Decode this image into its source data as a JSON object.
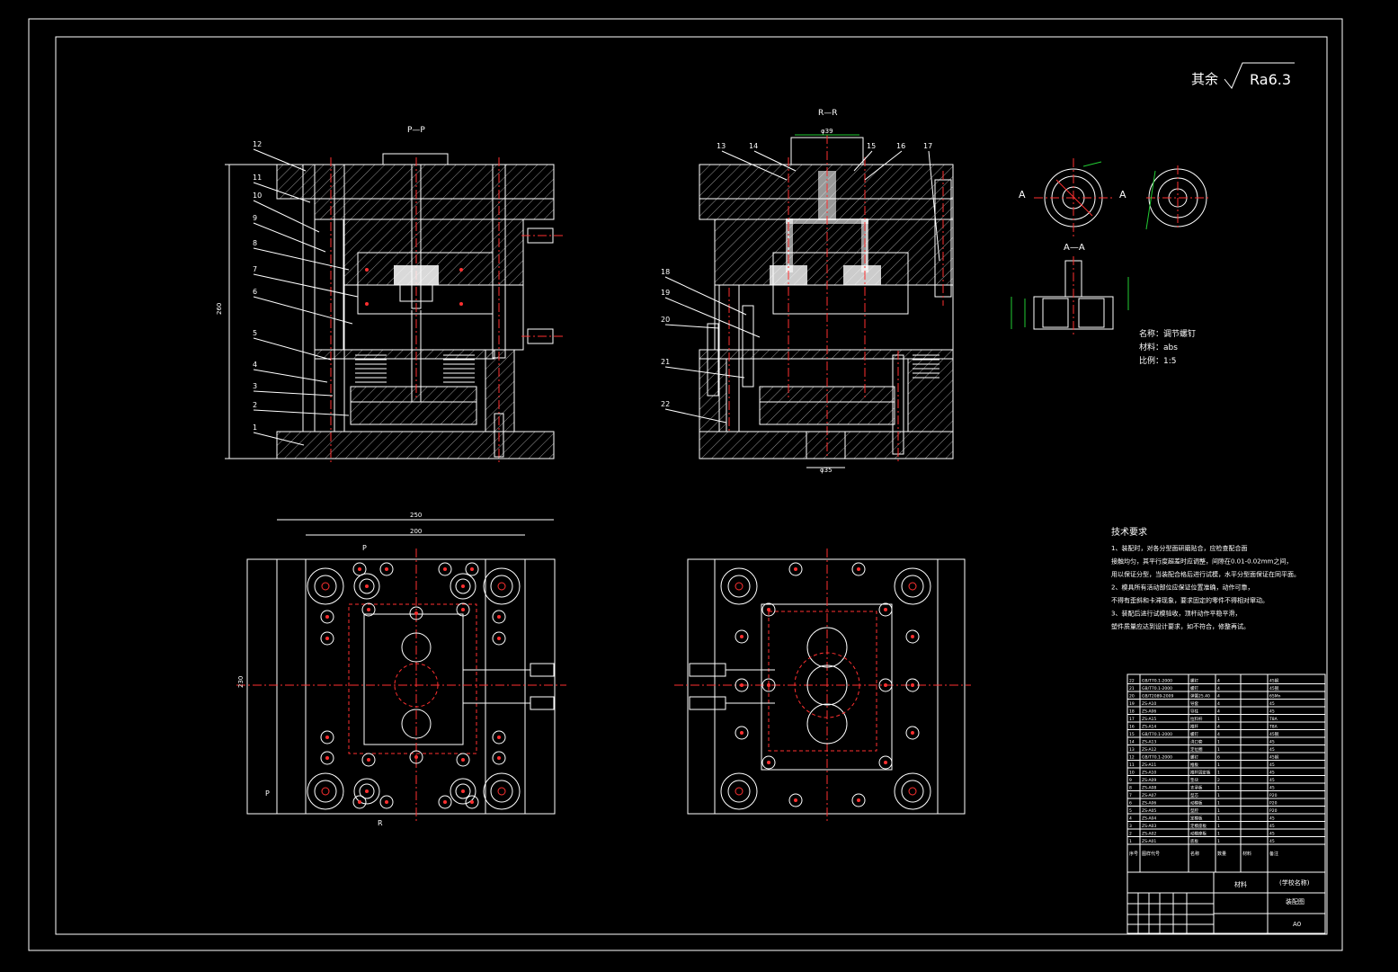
{
  "surface_finish": {
    "prefix": "其余",
    "value": "Ra6.3"
  },
  "views": {
    "pp": {
      "title": "P—P"
    },
    "rr": {
      "title": "R—R",
      "dim_top": "φ39",
      "dim_bottom": "φ35"
    },
    "aa": {
      "label_left": "A",
      "label_right": "A",
      "title": "A—A"
    },
    "plan": {
      "dim_outer": "250",
      "dim_inner": "200",
      "dim_height": "230",
      "section_top": "P",
      "section_bottom": "R",
      "side_mark": "P"
    }
  },
  "callouts_left": [
    "12",
    "11",
    "10",
    "9",
    "8",
    "7",
    "6",
    "5",
    "4",
    "3",
    "2",
    "1"
  ],
  "callouts_top": [
    "13",
    "14",
    "15",
    "16",
    "17"
  ],
  "callouts_right": [
    "18",
    "19",
    "20",
    "21",
    "22"
  ],
  "dim_side_pp": "260",
  "part_info": {
    "name": "名称：调节螺钉",
    "material": "材料：abs",
    "scale": "比例：1:5"
  },
  "tech_requirements": {
    "title": "技术要求",
    "lines": [
      "1、装配时，对各分型面研磨贴合，应检查配合面",
      "接触均匀，其平行度超差时应调整，间隙在0.01-0.02mm之间，",
      "用以保证分型，当装配合格后进行试模，水平分型面保证在同平面。",
      "2、模具所有活动部位应保证位置准确，动作可靠，",
      "不得有歪斜和卡滞现象，要求固定的零件不得相对窜动。",
      "3、装配后进行试模验收，顶杆动作平稳平滑，",
      "塑件质量应达到设计要求，如不符合，修整再试。"
    ]
  },
  "bom": {
    "rows": [
      [
        "22",
        "GB/T70.1-2000",
        "螺钉",
        "4",
        "",
        "45钢"
      ],
      [
        "21",
        "GB/T70.1-2000",
        "螺钉",
        "4",
        "",
        "45钢"
      ],
      [
        "20",
        "GB/T2089-2009",
        "弹簧25.40",
        "4",
        "",
        "65Mn"
      ],
      [
        "19",
        "ZS-A10",
        "导套",
        "4",
        "",
        "45"
      ],
      [
        "18",
        "ZS-A06",
        "导柱",
        "4",
        "",
        "45"
      ],
      [
        "17",
        "ZS-A15",
        "拉料杆",
        "1",
        "",
        "T8A"
      ],
      [
        "16",
        "ZS-A14",
        "推杆",
        "4",
        "",
        "T8A"
      ],
      [
        "15",
        "GB/T70.1-2000",
        "螺钉",
        "4",
        "",
        "45钢"
      ],
      [
        "14",
        "ZS-A13",
        "浇口套",
        "1",
        "",
        "45"
      ],
      [
        "13",
        "ZS-A12",
        "定位圈",
        "1",
        "",
        "45"
      ],
      [
        "12",
        "GB/T70.1-2000",
        "螺钉",
        "6",
        "",
        "45钢"
      ],
      [
        "11",
        "ZS-A11",
        "推板",
        "1",
        "",
        "45"
      ],
      [
        "10",
        "ZS-A10",
        "推杆固定板",
        "1",
        "",
        "45"
      ],
      [
        "9",
        "ZS-A09",
        "垫块",
        "2",
        "",
        "45"
      ],
      [
        "8",
        "ZS-A08",
        "支承板",
        "1",
        "",
        "45"
      ],
      [
        "7",
        "ZS-A07",
        "型芯",
        "1",
        "",
        "P20"
      ],
      [
        "6",
        "ZS-A06",
        "动模板",
        "1",
        "",
        "P20"
      ],
      [
        "5",
        "ZS-A05",
        "型腔",
        "1",
        "",
        "P20"
      ],
      [
        "4",
        "ZS-A04",
        "定模板",
        "1",
        "",
        "45"
      ],
      [
        "3",
        "ZS-A03",
        "定模座板",
        "1",
        "",
        "45"
      ],
      [
        "2",
        "ZS-A02",
        "动模座板",
        "1",
        "",
        "45"
      ],
      [
        "1",
        "ZS-A01",
        "底板",
        "1",
        "",
        "45"
      ]
    ],
    "header": [
      "序号",
      "图样代号",
      "名称",
      "数量",
      "材料",
      "备注"
    ]
  },
  "title_block": {
    "material_label": "材料",
    "school": "(学校名称)",
    "drawing_name": "装配图",
    "sheet": "A0"
  }
}
